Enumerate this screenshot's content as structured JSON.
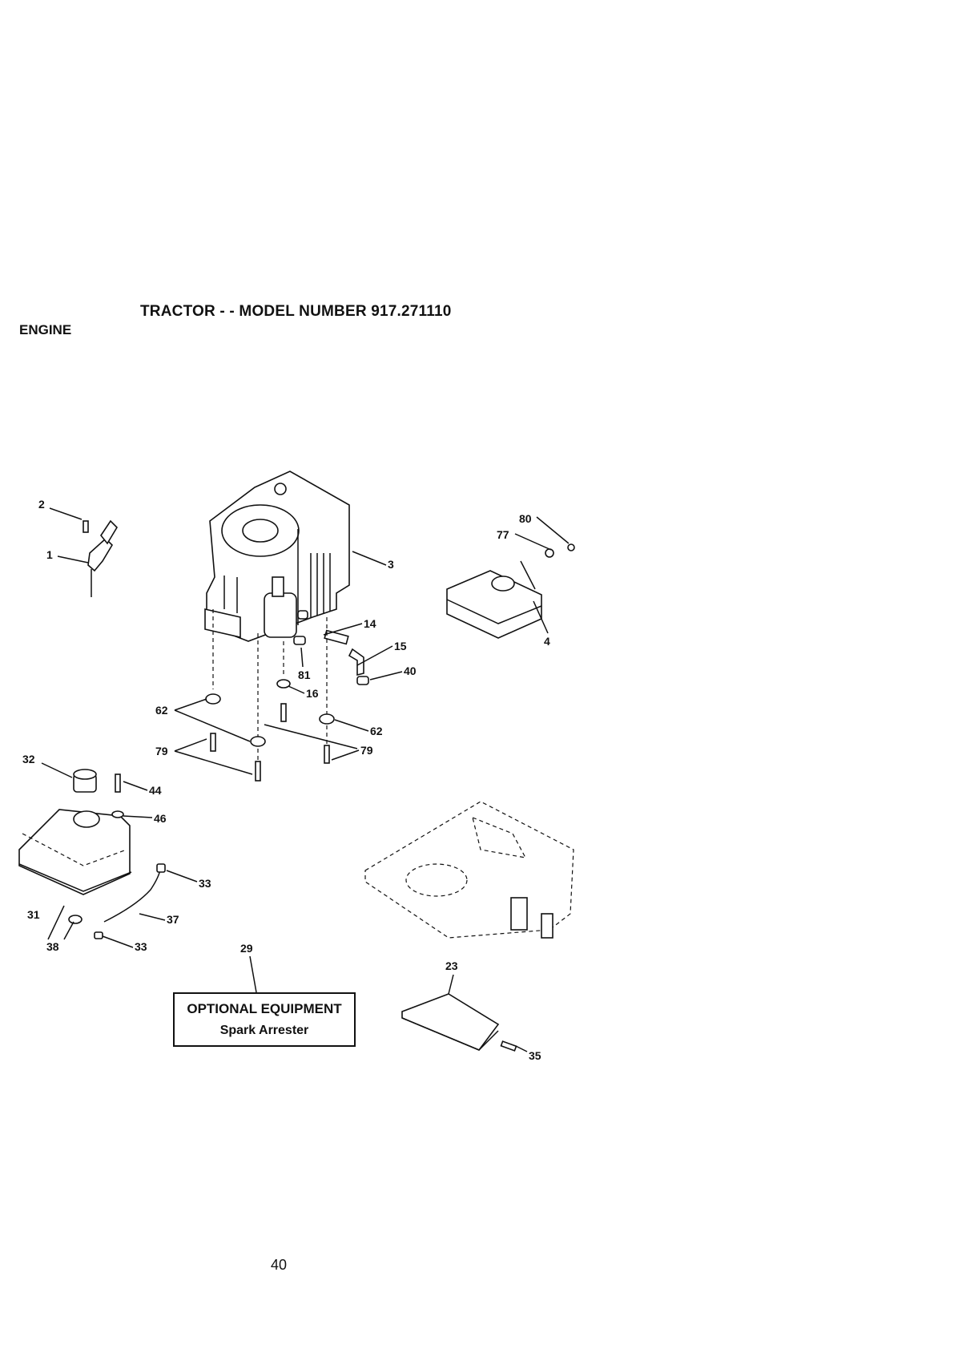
{
  "header": {
    "title": "TRACTOR - - MODEL NUMBER 917.271110",
    "section": "ENGINE"
  },
  "callouts": [
    "1",
    "2",
    "3",
    "4",
    "14",
    "15",
    "16",
    "23",
    "29",
    "31",
    "32",
    "33",
    "33",
    "35",
    "37",
    "38",
    "40",
    "44",
    "46",
    "62",
    "62",
    "77",
    "79",
    "79",
    "80",
    "81"
  ],
  "optional_box": {
    "title": "OPTIONAL EQUIPMENT",
    "item": "Spark Arrester"
  },
  "footer": {
    "page_number": "40"
  }
}
